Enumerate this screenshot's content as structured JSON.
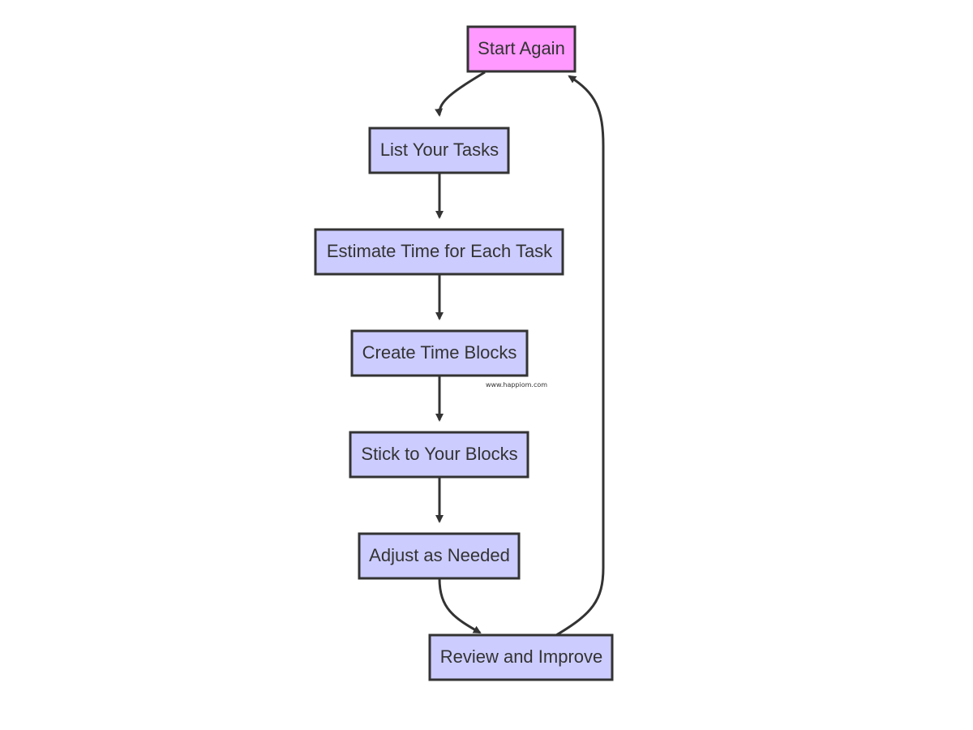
{
  "colors": {
    "node_fill": "#ccccff",
    "start_fill": "#ff99ff",
    "stroke": "#333333",
    "text": "#333333",
    "background": "#ffffff"
  },
  "nodes": {
    "start": {
      "label": "Start Again"
    },
    "list": {
      "label": "List Your Tasks"
    },
    "estimate": {
      "label": "Estimate Time for Each Task"
    },
    "create": {
      "label": "Create Time Blocks"
    },
    "stick": {
      "label": "Stick to Your Blocks"
    },
    "adjust": {
      "label": "Adjust as Needed"
    },
    "review": {
      "label": "Review and Improve"
    }
  },
  "edges": [
    {
      "from": "start",
      "to": "list"
    },
    {
      "from": "list",
      "to": "estimate"
    },
    {
      "from": "estimate",
      "to": "create"
    },
    {
      "from": "create",
      "to": "stick"
    },
    {
      "from": "stick",
      "to": "adjust"
    },
    {
      "from": "adjust",
      "to": "review"
    },
    {
      "from": "review",
      "to": "start"
    }
  ],
  "watermark": "www.happiom.com"
}
